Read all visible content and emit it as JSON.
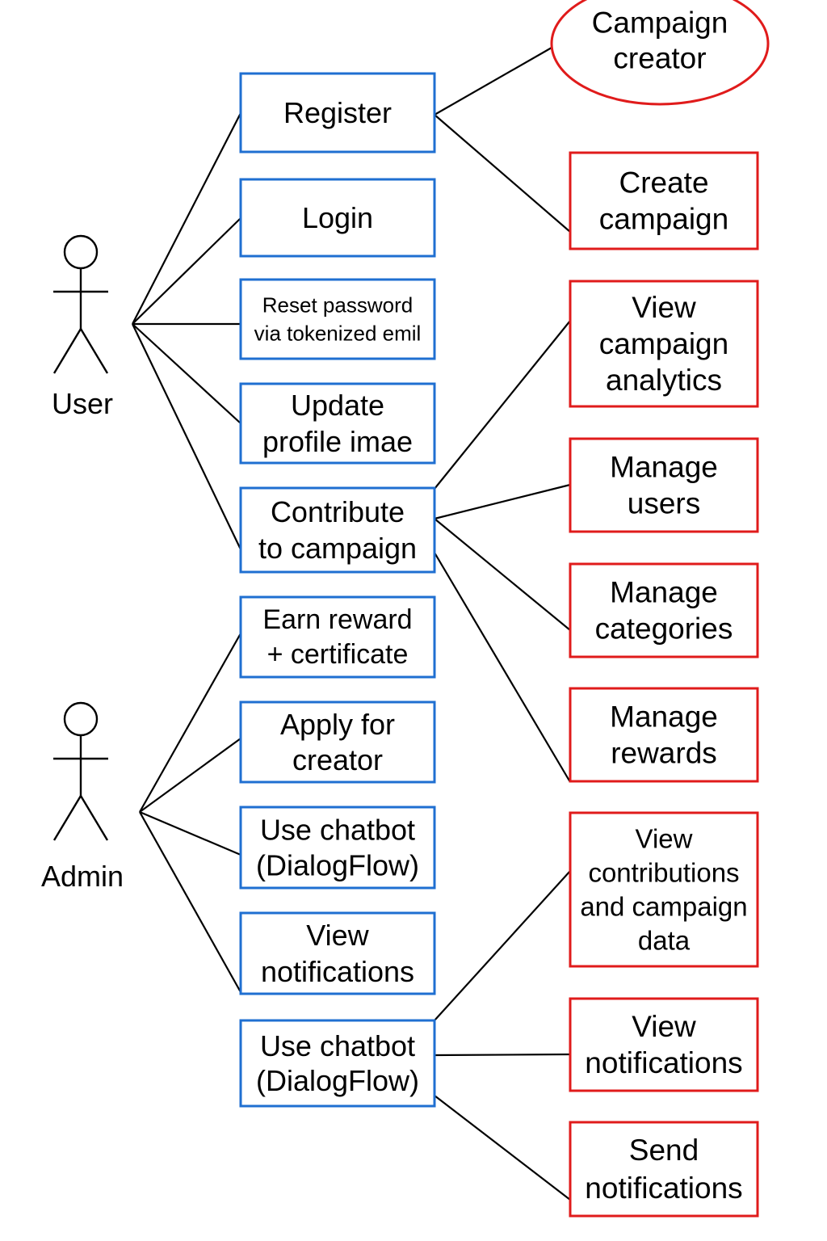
{
  "colors": {
    "user_box_border": "#1f6fd1",
    "admin_box_border": "#e01b1b",
    "ellipse_border": "#e01b1b",
    "line": "#000000",
    "text": "#000000"
  },
  "actors": {
    "user": {
      "label": "User"
    },
    "admin": {
      "label": "Admin"
    }
  },
  "campaign_creator": {
    "lines": [
      "Campaign",
      "creator"
    ]
  },
  "user_cases": [
    {
      "id": "register",
      "lines": [
        "Register"
      ]
    },
    {
      "id": "login",
      "lines": [
        "Login"
      ]
    },
    {
      "id": "reset-password",
      "lines": [
        "Reset password",
        "via tokenized emil"
      ]
    },
    {
      "id": "update-profile",
      "lines": [
        "Update",
        "profile imae"
      ]
    },
    {
      "id": "contribute",
      "lines": [
        "Contribute",
        "to campaign"
      ]
    },
    {
      "id": "earn-reward",
      "lines": [
        "Earn reward",
        "+ certificate"
      ]
    },
    {
      "id": "apply-creator",
      "lines": [
        "Apply for",
        "creator"
      ]
    },
    {
      "id": "use-chatbot-1",
      "lines": [
        "Use chatbot",
        "(DialogFlow)"
      ]
    },
    {
      "id": "view-notifications-1",
      "lines": [
        "View",
        "notifications"
      ]
    },
    {
      "id": "use-chatbot-2",
      "lines": [
        "Use chatbot",
        "(DialogFlow)"
      ]
    }
  ],
  "admin_cases": [
    {
      "id": "create-campaign",
      "lines": [
        "Create",
        "campaign"
      ]
    },
    {
      "id": "view-analytics",
      "lines": [
        "View",
        "campaign",
        "analytics"
      ]
    },
    {
      "id": "manage-users",
      "lines": [
        "Manage",
        "users"
      ]
    },
    {
      "id": "manage-categories",
      "lines": [
        "Manage",
        "categories"
      ]
    },
    {
      "id": "manage-rewards",
      "lines": [
        "Manage",
        "rewards"
      ]
    },
    {
      "id": "view-contributions",
      "lines": [
        "View",
        "contributions",
        "and campaign",
        "data"
      ]
    },
    {
      "id": "view-notifications-2",
      "lines": [
        "View",
        "notifications"
      ]
    },
    {
      "id": "send-notifications",
      "lines": [
        "Send",
        "notifications"
      ]
    }
  ]
}
